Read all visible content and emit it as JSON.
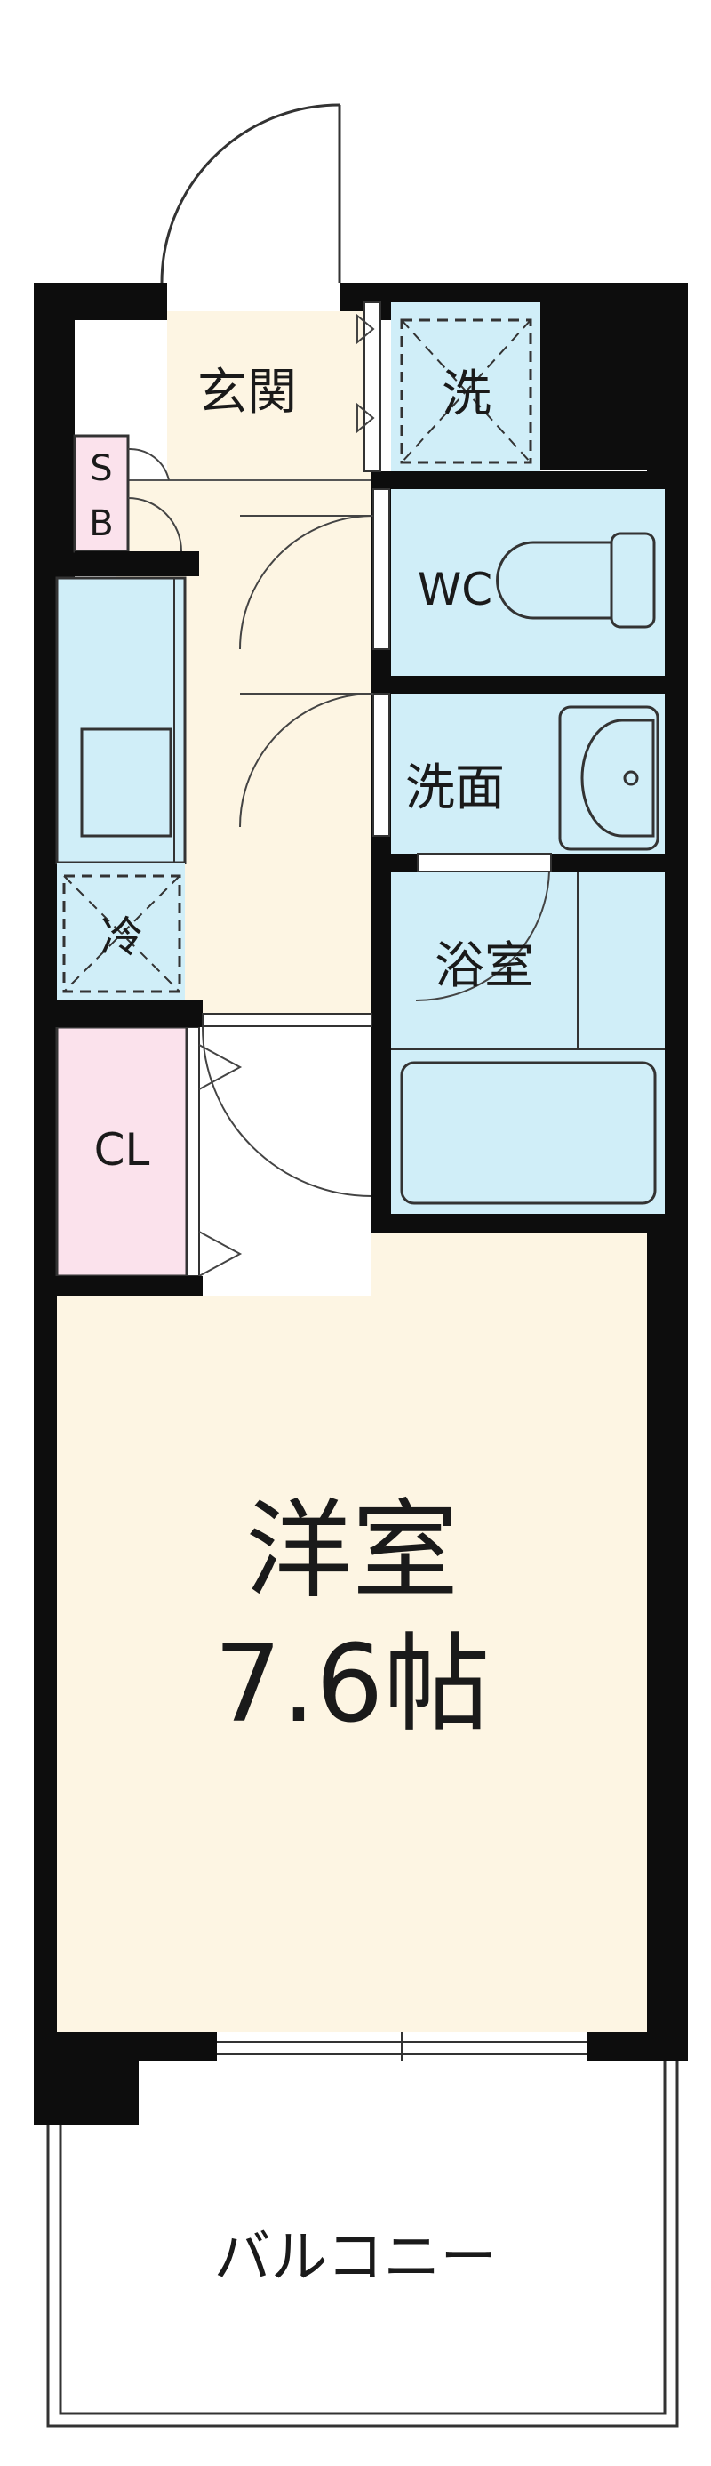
{
  "floorplan": {
    "rooms": {
      "entrance": "玄関",
      "washer": "洗",
      "sb_top": "S",
      "sb_bottom": "B",
      "wc": "WC",
      "washroom": "洗面",
      "fridge": "冷",
      "bathroom": "浴室",
      "closet": "CL",
      "western_room": "洋室",
      "western_room_size": "7.6帖",
      "balcony": "バルコニー"
    },
    "colors": {
      "wall": "#0d0d0d",
      "floor": "#fdf5e3",
      "wet_area": "#d0eef8",
      "storage": "#fbe2ec",
      "outline": "#333333"
    }
  }
}
